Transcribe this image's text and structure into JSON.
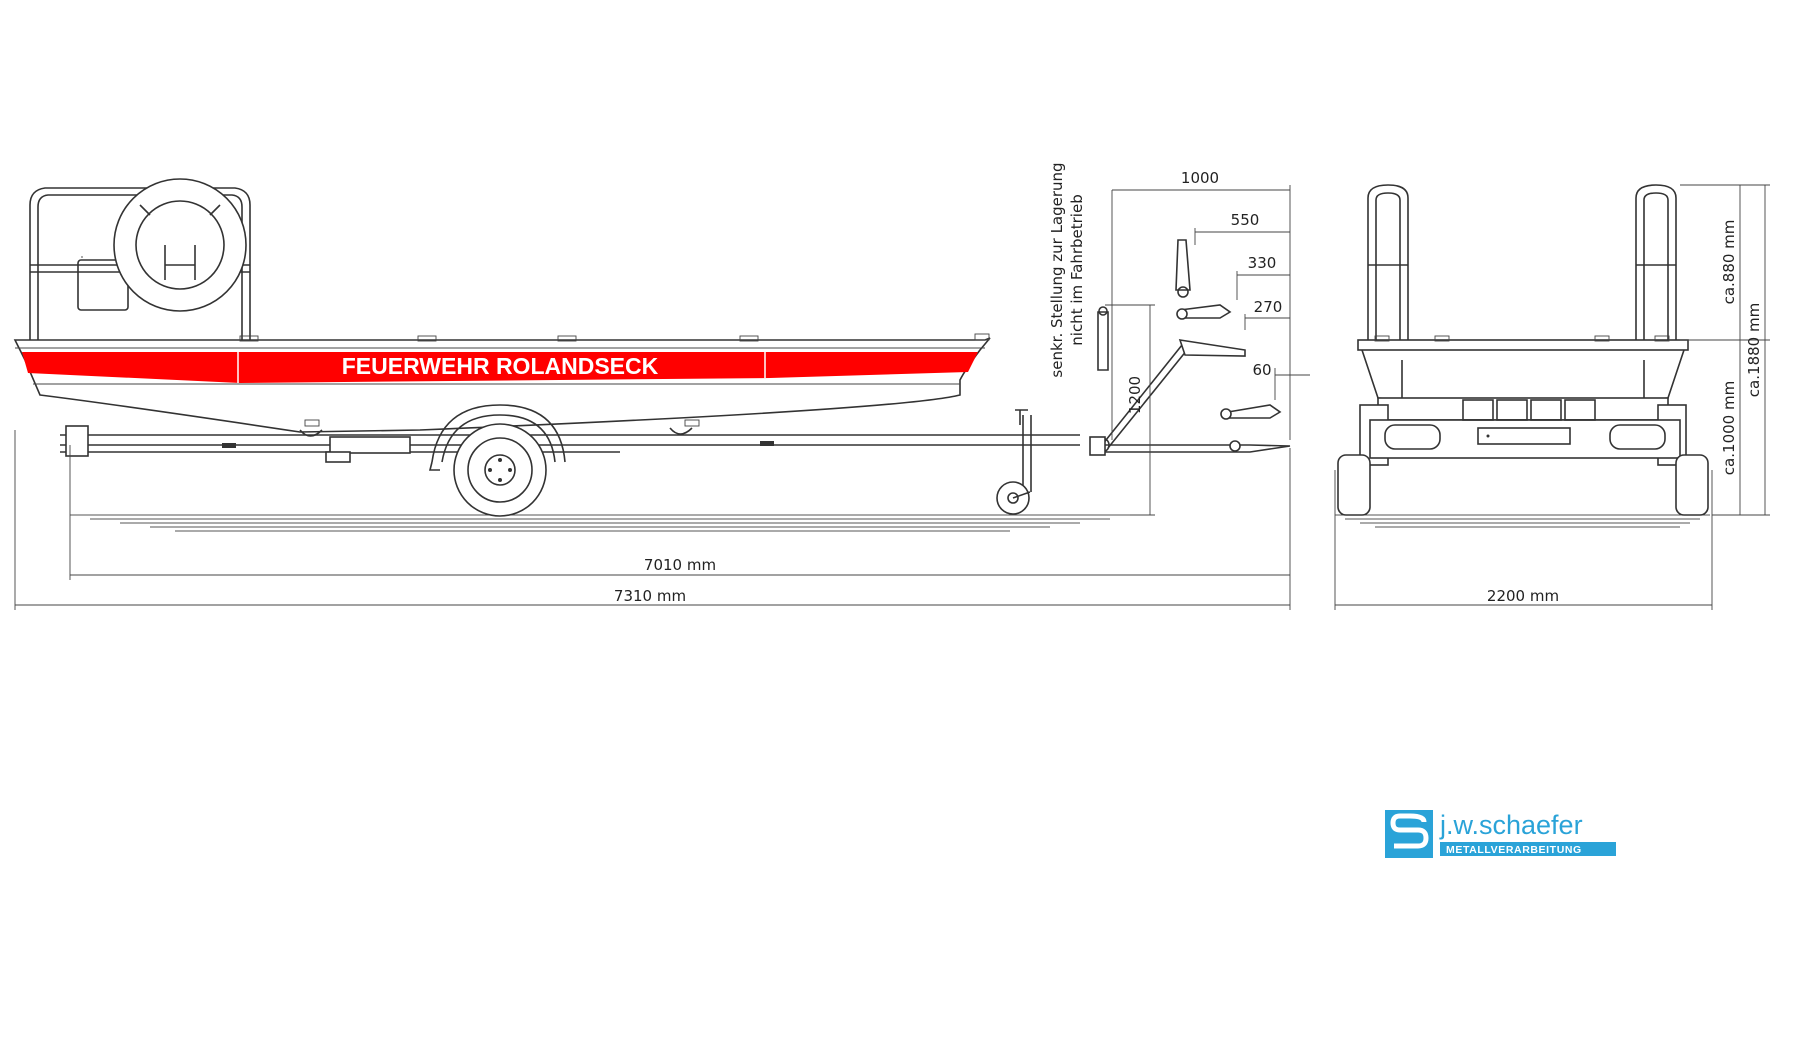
{
  "boat": {
    "hull_label": "FEUERWEHR ROLANDSECK",
    "stripe_color": "#ff0000",
    "label_color": "#ffffff"
  },
  "dimensions": {
    "length_inner": "7010 mm",
    "length_total": "7310 mm",
    "width_total": "2200 mm",
    "drawbar_1000": "1000",
    "drawbar_550": "550",
    "drawbar_330": "330",
    "drawbar_270": "270",
    "drawbar_60": "60",
    "height_1200": "1200",
    "height_880": "ca.880 mm",
    "height_1880": "ca.1880 mm",
    "height_1000": "ca.1000 mm"
  },
  "annotation": {
    "line1": "senkr. Stellung zur Lagerung",
    "line2": "nicht im Fahrbetrieb"
  },
  "logo": {
    "name": "j.w.schaefer",
    "subtitle": "METALLVERARBEITUNG",
    "color": "#2aa3d8"
  }
}
